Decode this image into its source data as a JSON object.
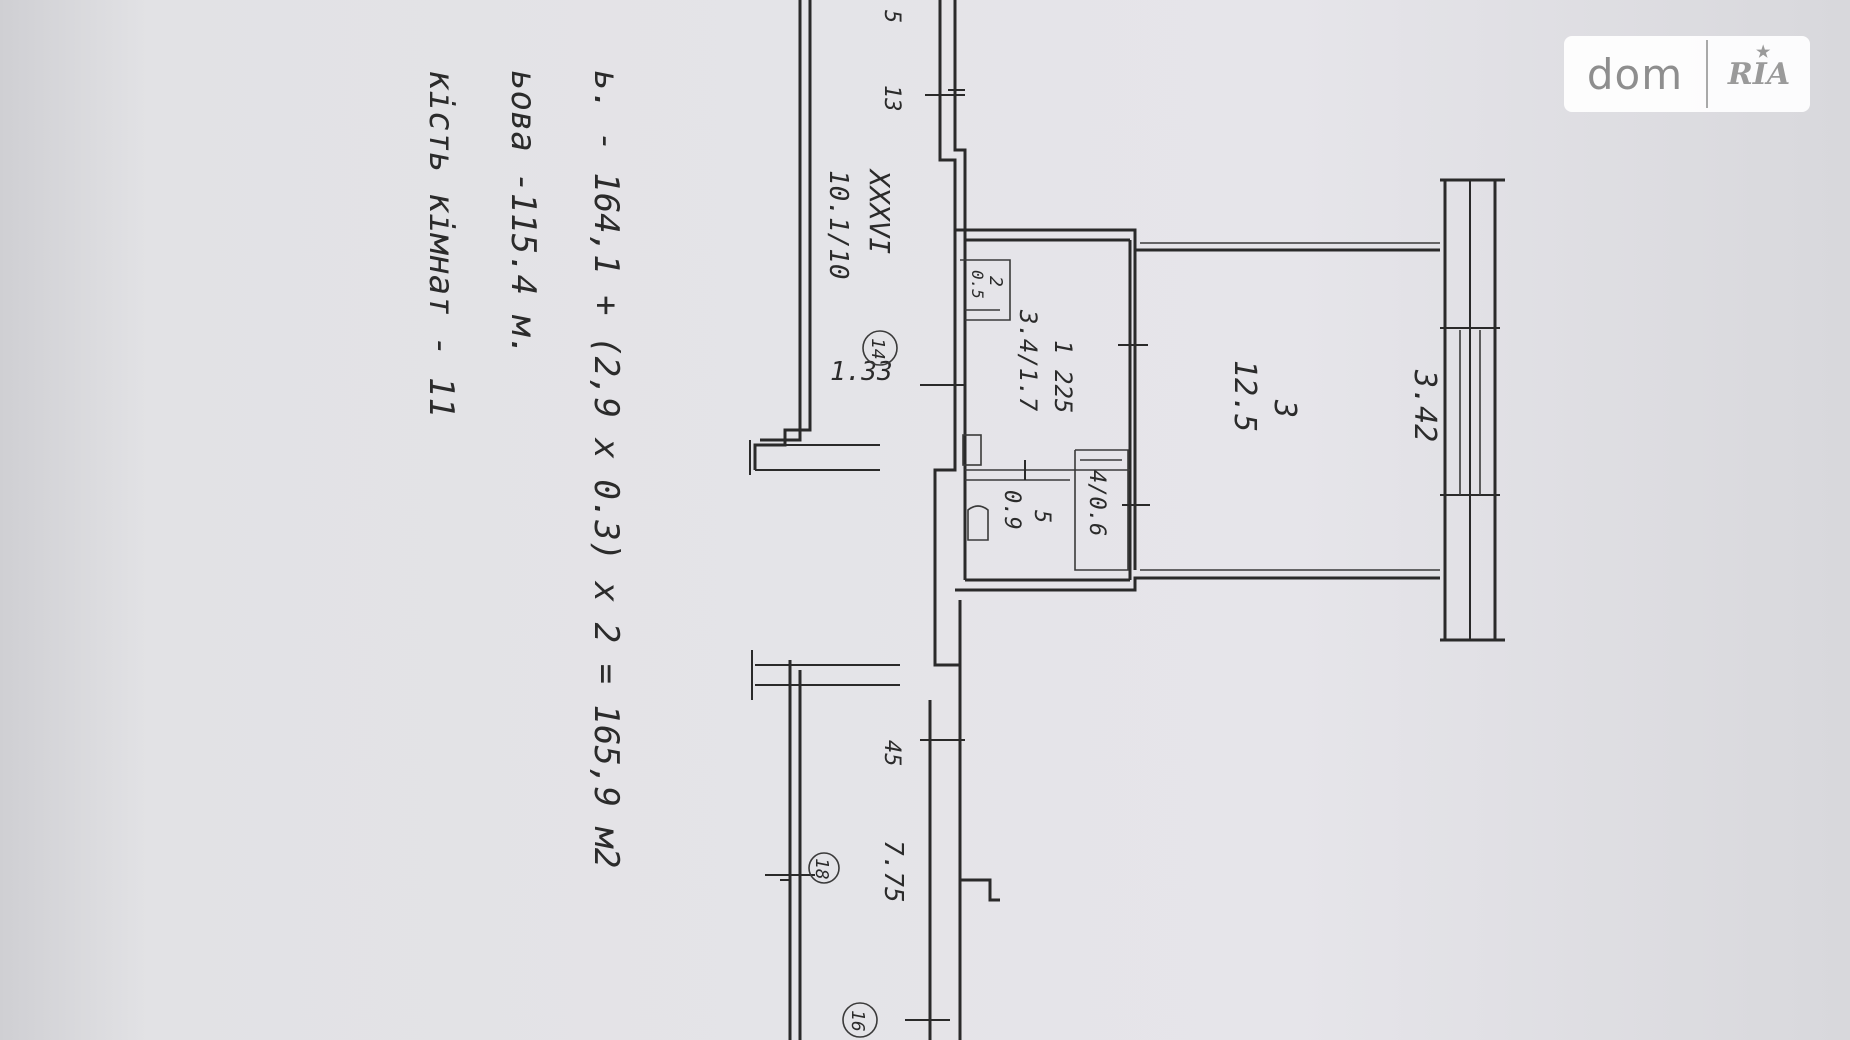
{
  "watermark": {
    "brand_left": "dom",
    "brand_right": "RIA"
  },
  "notes": [
    "ь. - 164,1 + (2,9 x 0.3) x 2 = 165,9 м2",
    "ьова -115.4 м.",
    "кість кімнат - 11"
  ],
  "plan": {
    "room_hall_id": "XXXVI",
    "room_hall_area": "10.1/10",
    "room_1_no": "1",
    "room_1_area": "3.4/1.7",
    "room_2_no": "2",
    "room_2_area": "0.5",
    "room_3_no": "3",
    "room_3_area": "12.5",
    "room_4_area": "4/0.6",
    "room_5_no": "5",
    "room_5_area": "0.9",
    "dim_225": "225",
    "dim_342": "3.42",
    "dim_133": "1.33",
    "dim_775": "7.75",
    "dim_13": "13",
    "dim_45": "45",
    "dim_5": "5",
    "circle_14": "14",
    "circle_18": "18",
    "circle_16": "16"
  },
  "colors": {
    "paper": "#dddde0",
    "ink": "#2b2b2b"
  }
}
